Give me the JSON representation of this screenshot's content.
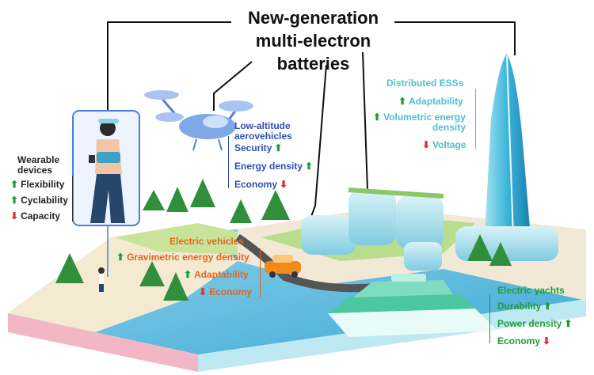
{
  "title": {
    "line1": "New-generation",
    "line2": "multi-electron",
    "line3": "batteries"
  },
  "wearable": {
    "heading1": "Wearable",
    "heading2": "devices",
    "items": [
      {
        "label": "Flexibility",
        "trend": "up"
      },
      {
        "label": "Cyclability",
        "trend": "up"
      },
      {
        "label": "Capacity",
        "trend": "down"
      }
    ]
  },
  "aerovehicles": {
    "heading1": "Low-altitude",
    "heading2": "aerovehicles",
    "items": [
      {
        "label": "Security",
        "trend": "up"
      },
      {
        "label": "Energy density",
        "trend": "up"
      },
      {
        "label": "Economy",
        "trend": "down"
      }
    ]
  },
  "ess": {
    "heading": "Distributed ESSs",
    "items": [
      {
        "label": "Adaptability",
        "trend": "up"
      },
      {
        "label": "Volumetric energy",
        "label2": "density",
        "trend": "up"
      },
      {
        "label": "Voltage",
        "trend": "down"
      }
    ]
  },
  "ev": {
    "heading": "Electric vehicles",
    "items": [
      {
        "label": "Gravimetric energy density",
        "trend": "up"
      },
      {
        "label": "Adaptability",
        "trend": "up"
      },
      {
        "label": "Economy",
        "trend": "down"
      }
    ]
  },
  "yachts": {
    "heading": "Electric yachts",
    "items": [
      {
        "label": "Durability",
        "trend": "up"
      },
      {
        "label": "Power density",
        "trend": "up"
      },
      {
        "label": "Economy",
        "trend": "down"
      }
    ]
  },
  "glyphs": {
    "up": "⬆",
    "down": "⬇"
  },
  "colors": {
    "wearable": "#222222",
    "aerovehicles": "#2f4fb2",
    "ess": "#4fbfcf",
    "ev": "#e8641b",
    "yachts": "#239a3b",
    "up": "#1f9d3b",
    "down": "#d9332b"
  }
}
